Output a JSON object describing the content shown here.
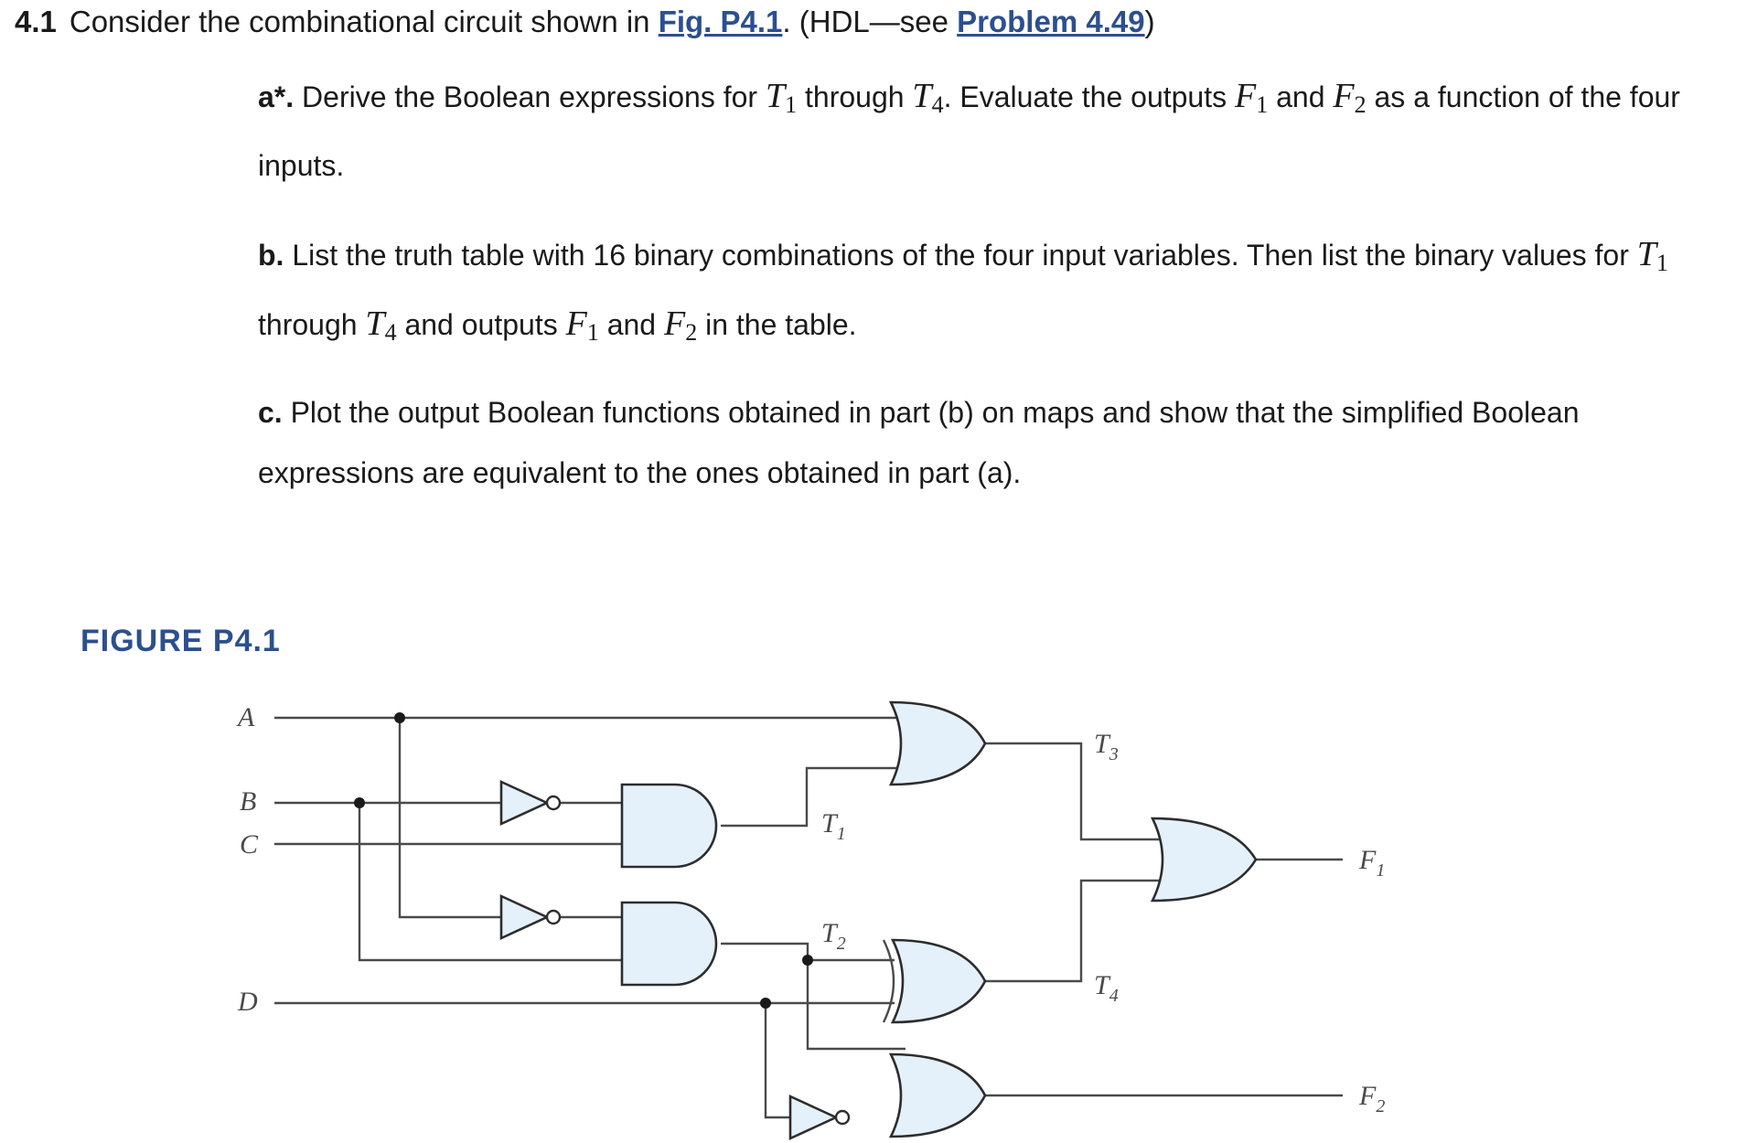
{
  "problem": {
    "number": "4.1",
    "intro": "Consider the combinational circuit shown in ",
    "fig_link": "Fig. P4.1",
    "mid": ". (HDL—see ",
    "problem_link": "Problem 4.49",
    "close": ")"
  },
  "parts": {
    "a": {
      "label": "a*.",
      "t1": "Derive the Boolean expressions for",
      "t2": "through",
      "t3": ". Evaluate the outputs",
      "t4": "and",
      "t5": "as a function of the four inputs."
    },
    "b": {
      "label": "b.",
      "t1": "List the truth table with 16 binary combinations of the four input variables. Then list the binary values for",
      "t2": "through",
      "t3": "and outputs",
      "t4": "and",
      "t5": "in the table."
    },
    "c": {
      "label": "c.",
      "t1": "Plot the output Boolean functions obtained in part (b) on maps and show that the simplified Boolean expressions are equivalent to the ones obtained in part (a)."
    }
  },
  "symbols": {
    "T": "T",
    "F": "F",
    "sub1": "1",
    "sub2": "2",
    "sub3": "3",
    "sub4": "4"
  },
  "figure": {
    "label": "FIGURE P4.1",
    "inputs": {
      "a": "A",
      "b": "B",
      "c": "C",
      "d": "D"
    },
    "outputs": {
      "f1": "F",
      "f1_sub": "1",
      "f2": "F",
      "f2_sub": "2"
    },
    "signals": {
      "t1": "T",
      "t1_sub": "1",
      "t2": "T",
      "t2_sub": "2",
      "t3": "T",
      "t3_sub": "3",
      "t4": "T",
      "t4_sub": "4"
    }
  },
  "colors": {
    "link": "#2c4f8e",
    "gate_fill": "#e4f1fb"
  }
}
